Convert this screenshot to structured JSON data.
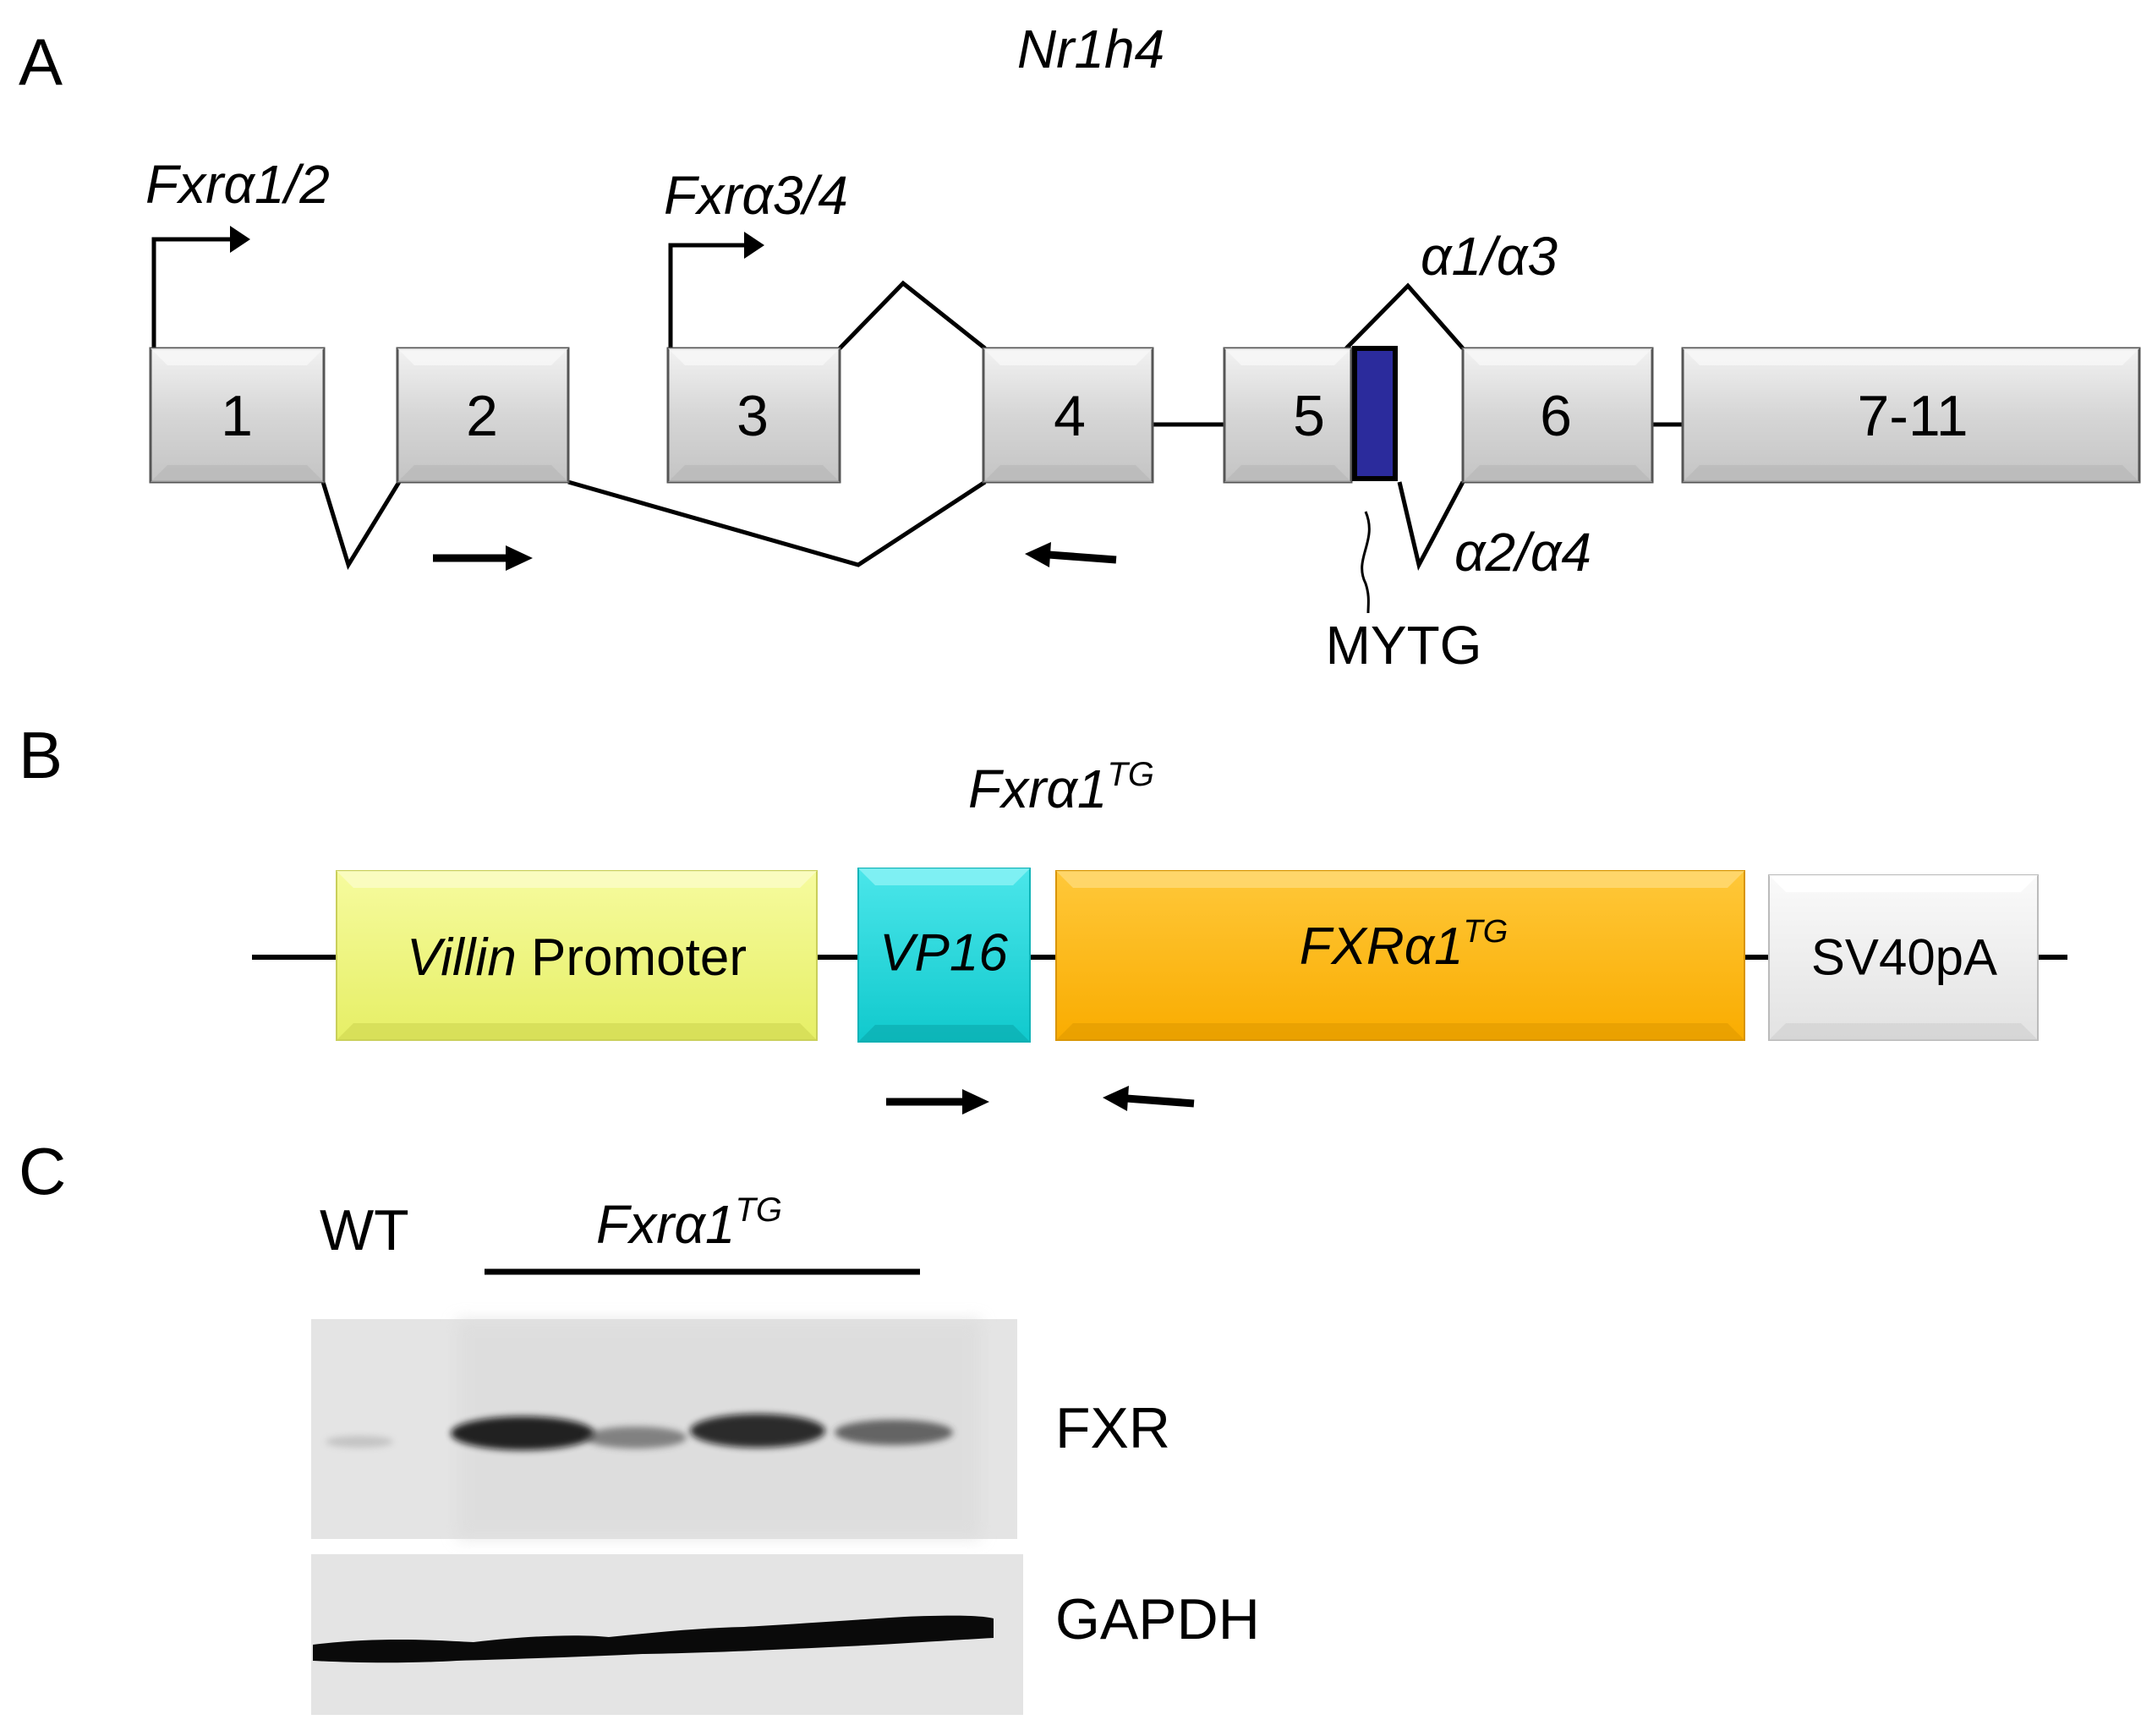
{
  "panels": {
    "a": {
      "letter": "A",
      "gene": "Nr1h4",
      "promoter1": "Fxrα1/2",
      "promoter2": "Fxrα3/4",
      "exons": [
        "1",
        "2",
        "3",
        "4",
        "5",
        "6",
        "7-11"
      ],
      "splice_top": "α1/α3",
      "splice_bottom": "α2/α4",
      "motif": "MYTG",
      "motif_color": "#2b2b9c"
    },
    "b": {
      "letter": "B",
      "construct_base": "Fxrα1",
      "construct_sup": "TG",
      "villin_italic": "Villin",
      "villin_rest": " Promoter",
      "vp16": "VP16",
      "fxr_base": "FXRα1",
      "fxr_sup": "TG",
      "polya": "SV40pA",
      "colors": {
        "villin": "#eef57a",
        "vp16": "#19d4d8",
        "fxr": "#fdb40a",
        "polya": "#ececec",
        "exon": "#d9d9d9"
      }
    },
    "c": {
      "letter": "C",
      "wt": "WT",
      "tg_base": "Fxrα1",
      "tg_sup": "TG",
      "blot1": "FXR",
      "blot2": "GAPDH"
    }
  }
}
